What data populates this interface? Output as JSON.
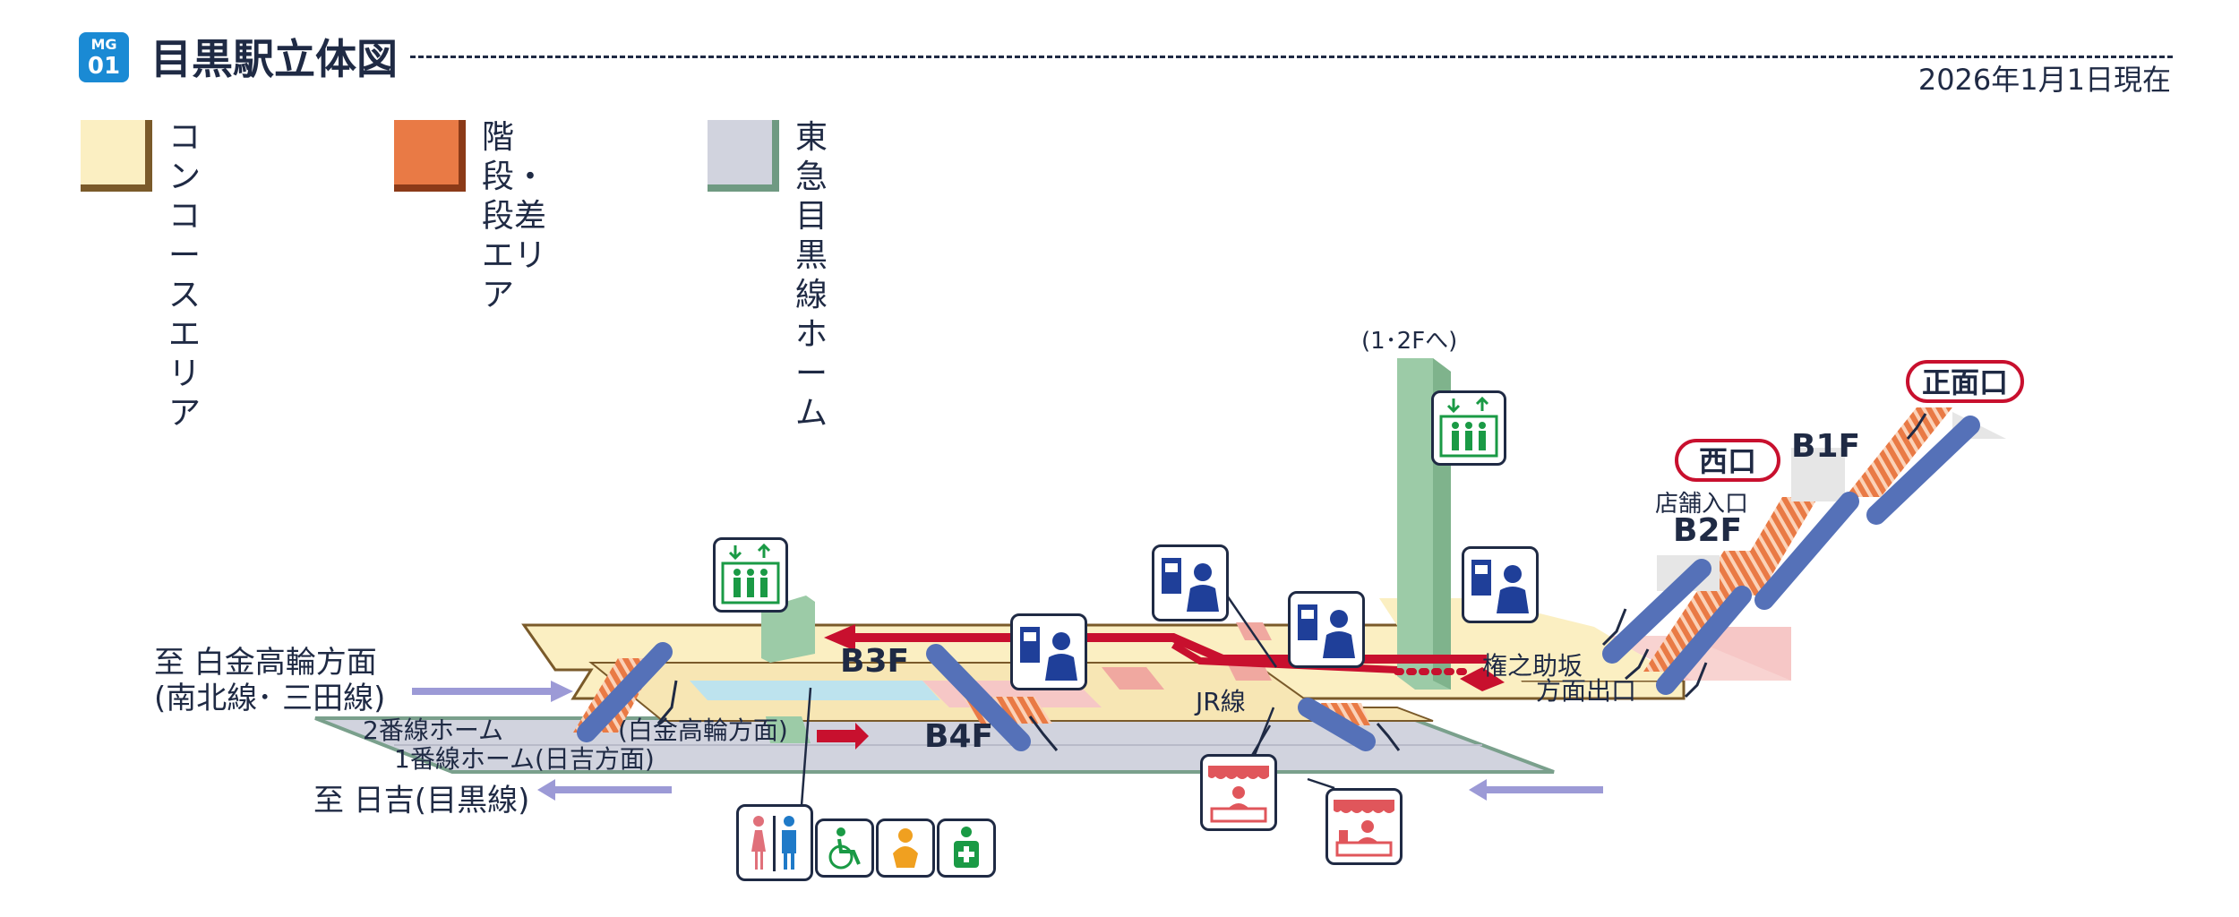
{
  "header": {
    "line_code_top": "MG",
    "line_code_bottom": "01",
    "title": "目黒駅立体図",
    "date": "2026年1月1日現在"
  },
  "legend": [
    {
      "label": "コンコース\nエリア",
      "color": "#fbefc2"
    },
    {
      "label": "階段・段差\nエリア",
      "color": "#e97a45"
    },
    {
      "label": "東急目黒線\nホーム",
      "color": "#d1d3de"
    }
  ],
  "colors": {
    "concourse": "#fbefc2",
    "stairs": "#e97a45",
    "platform": "#d1d3de",
    "route": "#c8102e",
    "escalator": "#5571b8",
    "elevator_shaft": "#9ccba7",
    "station_badge": "#1a8ad4"
  },
  "labels": {
    "to_floors": "(1･2Fへ)",
    "exit_main": "正面口",
    "exit_west": "西口",
    "floor_b1": "B1F",
    "floor_b2": "B2F",
    "floor_b3": "B3F",
    "floor_b4": "B4F",
    "shop_entrance": "店舗入口",
    "gonnosuke_line1": "権之助坂",
    "gonnosuke_line2": "方面出口",
    "jr_line": "JR線",
    "dest_shirokane_line1": "至 白金高輪方面",
    "dest_shirokane_line2": "(南北線･ 三田線)",
    "dest_hiyoshi": "至 日吉(目黒線)",
    "platform2": "2番線ホーム",
    "platform2_direction": "(白金高輪方面)",
    "platform1": "1番線ホーム(日吉方面)"
  },
  "icons": [
    {
      "id": "elevator-tall",
      "name": "elevator-icon"
    },
    {
      "id": "elevator-left",
      "name": "elevator-icon"
    },
    {
      "id": "ticket-1",
      "name": "ticket-machine-icon"
    },
    {
      "id": "ticket-2",
      "name": "ticket-machine-icon"
    },
    {
      "id": "ticket-3",
      "name": "ticket-machine-icon"
    },
    {
      "id": "ticket-4",
      "name": "ticket-machine-icon"
    },
    {
      "id": "shop-1",
      "name": "shop-icon"
    },
    {
      "id": "shop-2",
      "name": "shop-icon"
    },
    {
      "id": "restroom",
      "name": "restroom-icon"
    },
    {
      "id": "wheelchair",
      "name": "wheelchair-icon"
    },
    {
      "id": "baby",
      "name": "baby-care-icon"
    },
    {
      "id": "ostomate",
      "name": "ostomate-icon"
    }
  ]
}
